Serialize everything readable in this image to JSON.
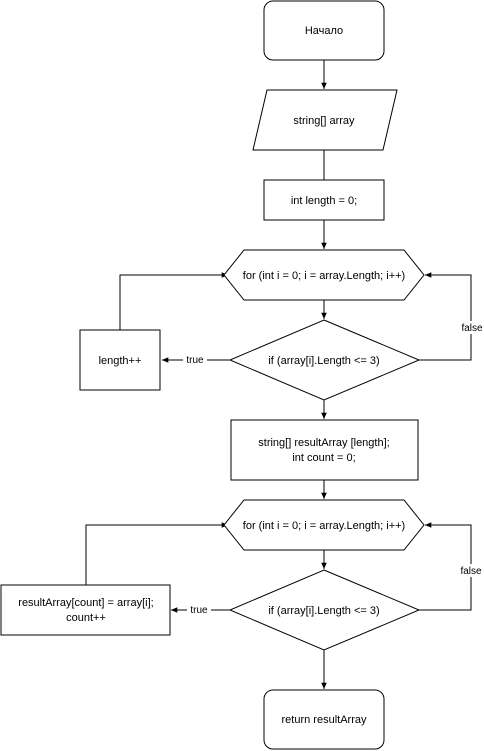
{
  "diagram": {
    "start": "Начало",
    "input": "string[] array",
    "init_length": "int length = 0;",
    "loop1": "for (int i = 0; i = array.Length; i++)",
    "cond1": "if (array[i].Length <= 3)",
    "inc_length": "length++",
    "alloc": [
      "string[] resultArray [length];",
      "int count = 0;"
    ],
    "loop2": "for (int i = 0; i = array.Length; i++)",
    "cond2": "if (array[i].Length <= 3)",
    "assign": [
      "resultArray[count] = array[i];",
      "count++"
    ],
    "end": "return resultArray",
    "edge_true_1": "true",
    "edge_false_1": "false",
    "edge_true_2": "true",
    "edge_false_2": "false"
  }
}
